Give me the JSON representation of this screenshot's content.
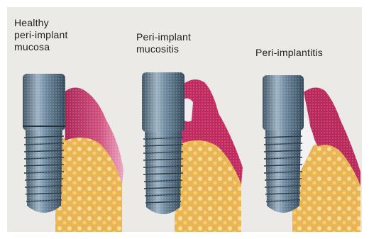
{
  "panels": [
    {
      "lines": [
        "Healthy",
        "peri-implant",
        "mucosa"
      ],
      "icon": "implant-healthy-icon"
    },
    {
      "lines": [
        "Peri-implant",
        "mucositis"
      ],
      "icon": "implant-mucositis-icon"
    },
    {
      "lines": [
        "Peri-implantitis"
      ],
      "icon": "implant-peri-implantitis-icon"
    }
  ],
  "colors": {
    "background": "#eceae6",
    "implant": "#6f8aa0",
    "implant_dark": "#3f5566",
    "gingiva": "#c23a6a",
    "gingiva_light": "#e79ab8",
    "bone": "#e8b650",
    "bone_light": "#f4dc97"
  }
}
